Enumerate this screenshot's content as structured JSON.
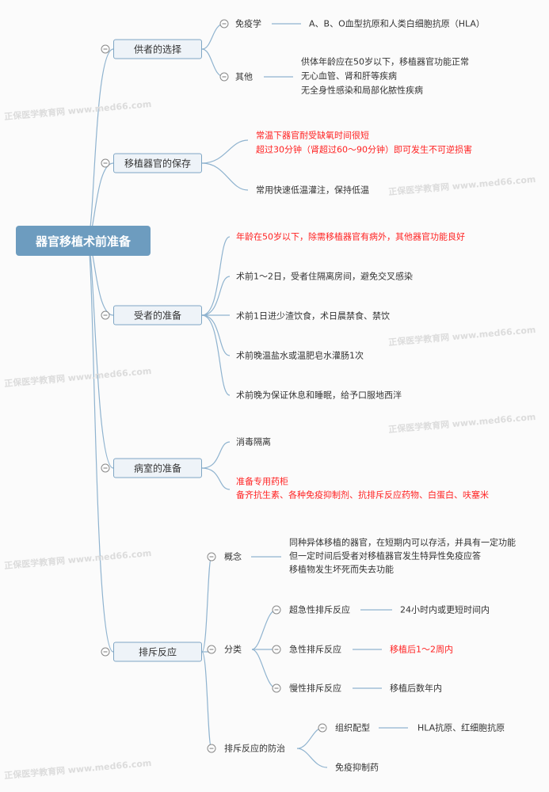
{
  "root": "器官移植术前准备",
  "branches": {
    "donor": {
      "label": "供者的选择",
      "immunology": {
        "label": "免疫学",
        "value": "A、B、O血型抗原和人类白细胞抗原（HLA）"
      },
      "other": {
        "label": "其他",
        "lines": [
          "供体年龄应在50岁以下，移植器官功能正常",
          "无心血管、肾和肝等疾病",
          "无全身性感染和局部化脓性疾病"
        ]
      }
    },
    "preserve": {
      "label": "移植器官的保存",
      "red_lines": [
        "常温下器官耐受缺氧时间很短",
        "超过30分钟（肾超过60～90分钟）即可发生不可逆损害"
      ],
      "note": "常用快速低温灌注，保持低温"
    },
    "recipient": {
      "label": "受者的准备",
      "items": [
        "年龄在50岁以下，除需移植器官有病外，其他器官功能良好",
        "术前1～2日，受者住隔离房间，避免交叉感染",
        "术前1日进少渣饮食，术日晨禁食、禁饮",
        "术前晚温盐水或温肥皂水灌肠1次",
        "术前晚为保证休息和睡眠，给予口服地西泮"
      ]
    },
    "ward": {
      "label": "病室的准备",
      "item1": "消毒隔离",
      "red_lines": [
        "准备专用药柜",
        "备齐抗生素、各种免疫抑制剂、抗排斥反应药物、白蛋白、呋塞米"
      ]
    },
    "rejection": {
      "label": "排斥反应",
      "concept": {
        "label": "概念",
        "lines": [
          "同种异体移植的器官，在短期内可以存活，并具有一定功能",
          "但一定时间后受者对移植器官发生特异性免疫应答",
          "移植物发生坏死而失去功能"
        ]
      },
      "classify": {
        "label": "分类",
        "types": [
          {
            "label": "超急性排斥反应",
            "value": "24小时内或更短时间内"
          },
          {
            "label": "急性排斥反应",
            "value": "移植后1～2周内"
          },
          {
            "label": "慢性排斥反应",
            "value": "移植后数年内"
          }
        ]
      },
      "prevent": {
        "label": "排斥反应的防治",
        "match": {
          "label": "组织配型",
          "value": "HLA抗原、红细胞抗原"
        },
        "drug": "免疫抑制药"
      }
    }
  },
  "watermark": "正保医学教育网 www.med66.com",
  "colors": {
    "line": "#8fb3cf",
    "root": "#6d9cbf",
    "red": "#ff2222"
  }
}
